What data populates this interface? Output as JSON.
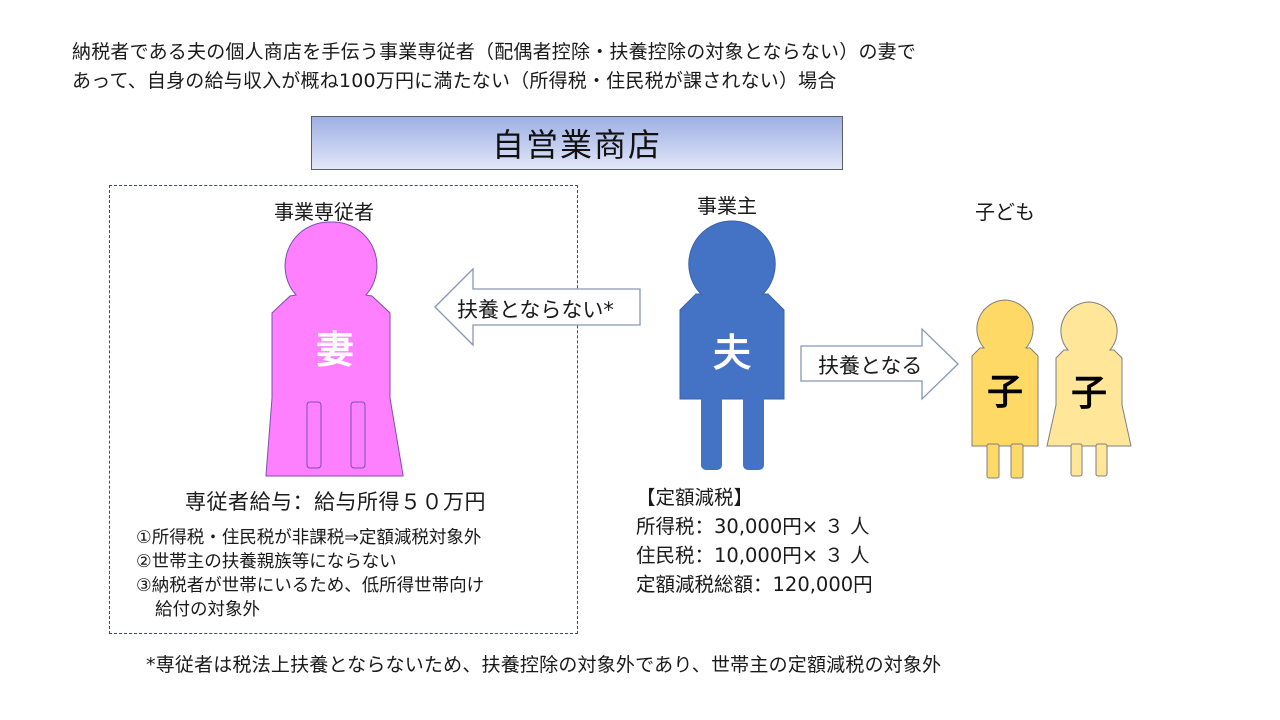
{
  "intro": {
    "line1": "納税者である夫の個人商店を手伝う事業専従者（配偶者控除・扶養控除の対象とならない）の妻で",
    "line2": "あって、自身の給与収入が概ね100万円に満たない（所得税・住民税が課されない）場合"
  },
  "banner": {
    "title": "自営業商店"
  },
  "colors": {
    "wife": "#ff80ff",
    "husband": "#4472c4",
    "child1": "#ffd966",
    "child2": "#ffe699",
    "banner_top": "#9fb0e2",
    "banner_bottom": "#e3e8f8"
  },
  "wife": {
    "role_label": "事業専従者",
    "figure_char": "妻",
    "salary": "専従者給与：給与所得５０万円",
    "notes": [
      "①所得税・住民税が非課税⇒定額減税対象外",
      "②世帯主の扶養親族等にならない",
      "③納税者が世帯にいるため、低所得世帯向け",
      "給付の対象外"
    ]
  },
  "husband": {
    "role_label": "事業主",
    "figure_char": "夫",
    "fixed_tax": {
      "heading": "【定額減税】",
      "lines": [
        "所得税：30,000円× ３ 人",
        "住民税：10,000円× ３ 人",
        "定額減税総額：120,000円"
      ]
    }
  },
  "children": {
    "group_label": "子ども",
    "figure_chars": [
      "子",
      "子"
    ]
  },
  "arrows": {
    "left": {
      "label": "扶養とならない*",
      "icon": "arrow-left-icon"
    },
    "right": {
      "label": "扶養となる",
      "icon": "arrow-right-icon"
    }
  },
  "footnote": "*専従者は税法上扶養とならないため、扶養控除の対象外であり、世帯主の定額減税の対象外"
}
